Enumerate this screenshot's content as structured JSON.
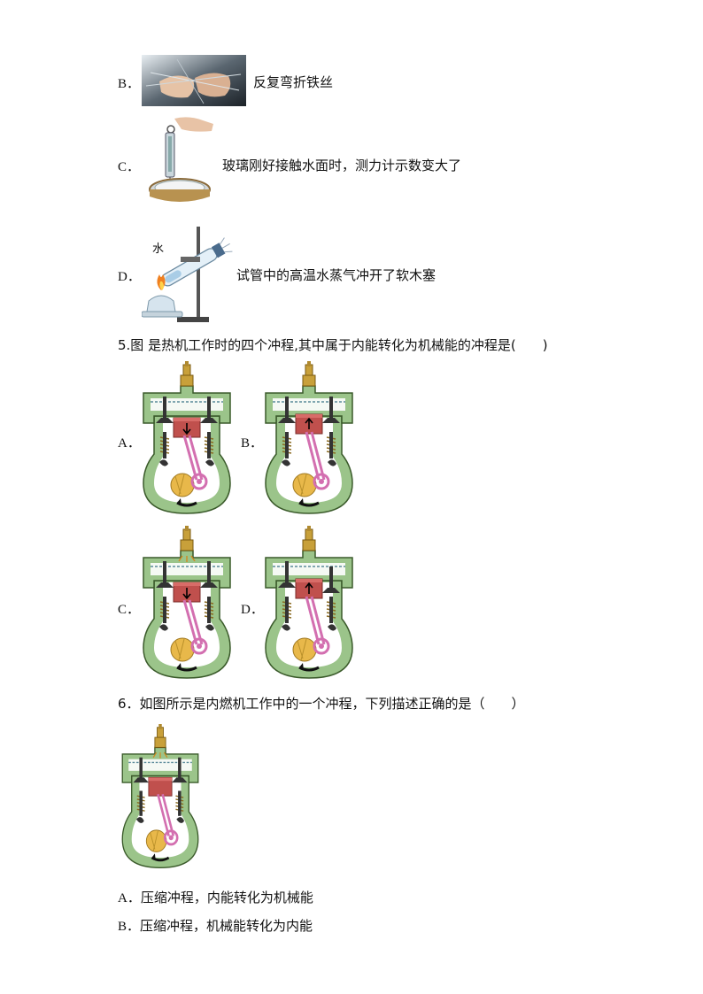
{
  "options_top": {
    "B": {
      "letter": "B．",
      "text": "反复弯折铁丝"
    },
    "C": {
      "letter": "C．",
      "text": "玻璃刚好接触水面时，测力计示数变大了"
    },
    "D": {
      "letter": "D．",
      "text": "试管中的高温水蒸气冲开了软木塞",
      "water_label": "水"
    }
  },
  "q5": {
    "stem": "5.图  是热机工作时的四个冲程,其中属于内能转化为机械能的冲程是(　　)",
    "options": [
      {
        "letter": "A．",
        "piston_dir": "down",
        "valves": "closed",
        "spark": false
      },
      {
        "letter": "B．",
        "piston_dir": "up",
        "valves": "closed",
        "spark": false
      },
      {
        "letter": "C．",
        "piston_dir": "down",
        "valves": "closed",
        "spark": true
      },
      {
        "letter": "D．",
        "piston_dir": "up",
        "valves": "exhaust-open",
        "spark": false
      }
    ]
  },
  "q6": {
    "stem": "6．如图所示是内燃机工作中的一个冲程，下列描述正确的是（　　）",
    "options": [
      {
        "letter": "A．",
        "text": "压缩冲程，内能转化为机械能"
      },
      {
        "letter": "B．",
        "text": "压缩冲程，机械能转化为内能"
      }
    ]
  },
  "colors": {
    "engine_green": "#9bc48a",
    "engine_dark": "#3a5a2a",
    "piston_red": "#c0504d",
    "rod_pink": "#d36fb0",
    "crank_yellow": "#e8b84a",
    "spark_gold": "#c8a03a"
  }
}
